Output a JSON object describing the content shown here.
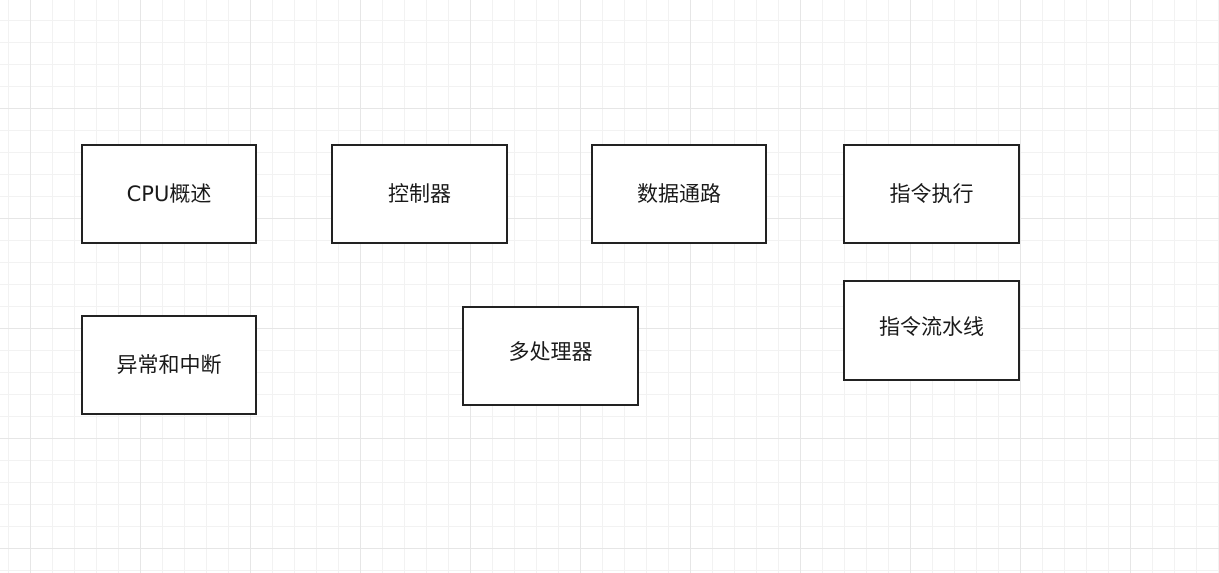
{
  "diagram": {
    "nodes": [
      {
        "id": "n1",
        "label": "CPU概述"
      },
      {
        "id": "n2",
        "label": "控制器"
      },
      {
        "id": "n3",
        "label": "数据通路"
      },
      {
        "id": "n4",
        "label": "指令执行"
      },
      {
        "id": "n5",
        "label": "异常和中断"
      },
      {
        "id": "n6",
        "label": "多处理器"
      },
      {
        "id": "n7",
        "label": "指令流水线"
      }
    ],
    "colors": {
      "border": "#222222",
      "text": "#1a1a1a",
      "grid_major": "#e6e6e6",
      "grid_minor": "#f2f2f2"
    }
  }
}
